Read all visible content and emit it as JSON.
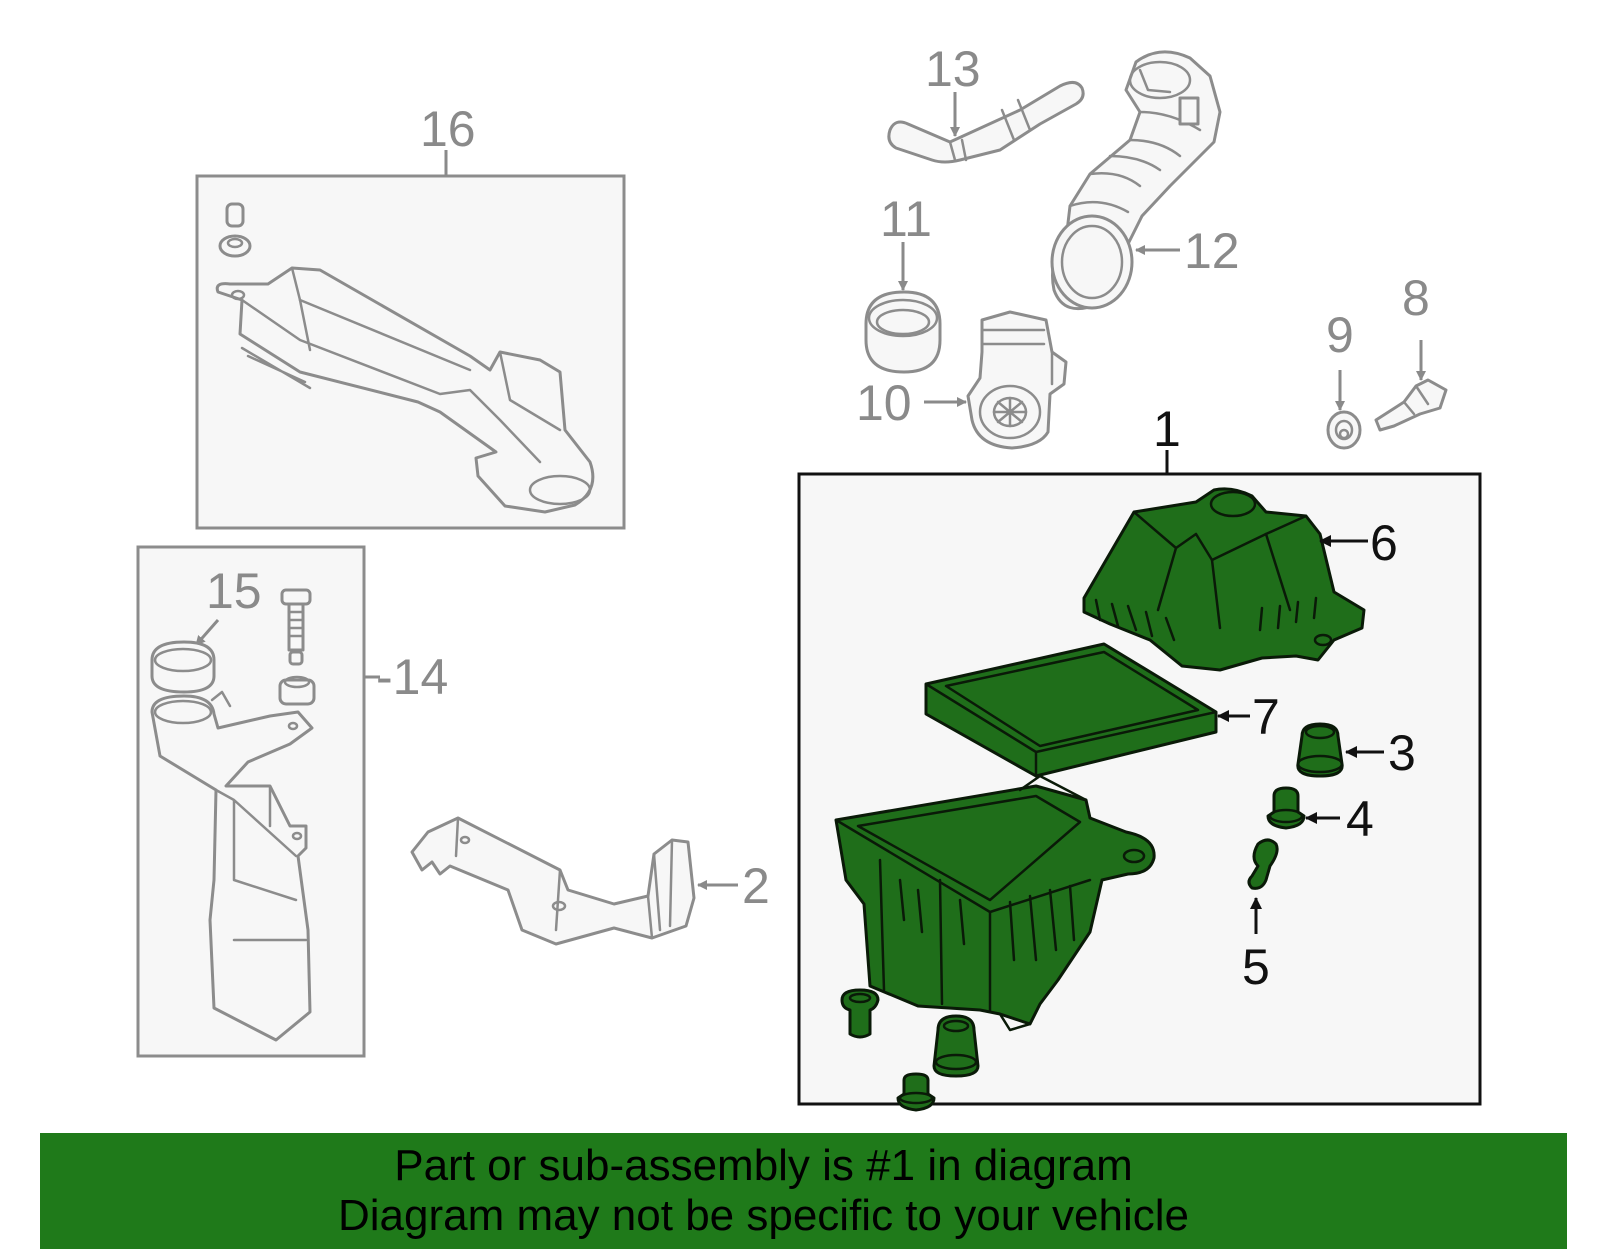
{
  "callouts": {
    "c1": "1",
    "c2": "2",
    "c3": "3",
    "c4": "4",
    "c5": "5",
    "c6": "6",
    "c7": "7",
    "c8": "8",
    "c9": "9",
    "c10": "10",
    "c11": "11",
    "c12": "12",
    "c13": "13",
    "c14": "-14",
    "c15": "15",
    "c16": "16"
  },
  "banner": {
    "line1": "Part or sub-assembly is #1 in diagram",
    "line2": "Diagram may not be specific to your vehicle"
  },
  "colors": {
    "highlight": "#1f6e1a",
    "banner": "#1f7a1a",
    "line_grey": "#8c8c8c"
  }
}
